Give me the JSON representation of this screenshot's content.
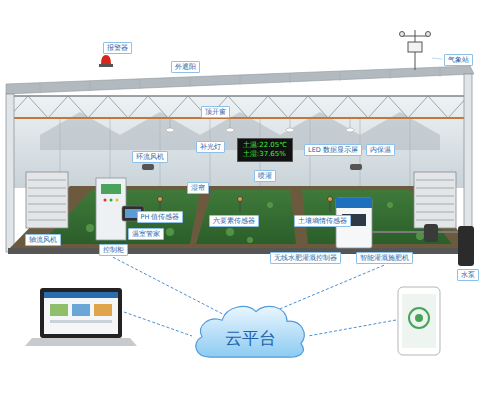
{
  "diagram": {
    "nodes": [
      {
        "text": [
          "报警器"
        ]
      },
      {
        "text": [
          "外遮阳"
        ]
      },
      {
        "text": [
          "气象站"
        ]
      },
      {
        "text": [
          "顶开窗"
        ]
      },
      {
        "text": [
          "补光灯"
        ]
      },
      {
        "text": [
          "土温:22.05℃",
          "土湿:37.65%"
        ]
      },
      {
        "text": [
          "环流风机"
        ]
      },
      {
        "text": [
          "LED 数据显示屏"
        ]
      },
      {
        "text": [
          "内保温"
        ]
      },
      {
        "text": [
          "喷灌"
        ]
      },
      {
        "text": [
          "湿帘"
        ]
      },
      {
        "text": [
          "PH 值传感器"
        ]
      },
      {
        "text": [
          "六要素传感器"
        ]
      },
      {
        "text": [
          "土壤墒情传感器"
        ]
      },
      {
        "text": [
          "温室管家"
        ]
      },
      {
        "text": [
          "轴流风机"
        ]
      },
      {
        "text": [
          "控制柜"
        ]
      },
      {
        "text": [
          "无线水肥灌溉控制器"
        ]
      },
      {
        "text": [
          "智能灌溉施肥机"
        ]
      },
      {
        "text": [
          "水泵"
        ]
      },
      {
        "text": [
          "云平台"
        ]
      }
    ],
    "edges": [
      {
        "from": 16,
        "to": 20,
        "arrow": "none"
      },
      {
        "from": 18,
        "to": 20,
        "arrow": "none"
      }
    ]
  }
}
